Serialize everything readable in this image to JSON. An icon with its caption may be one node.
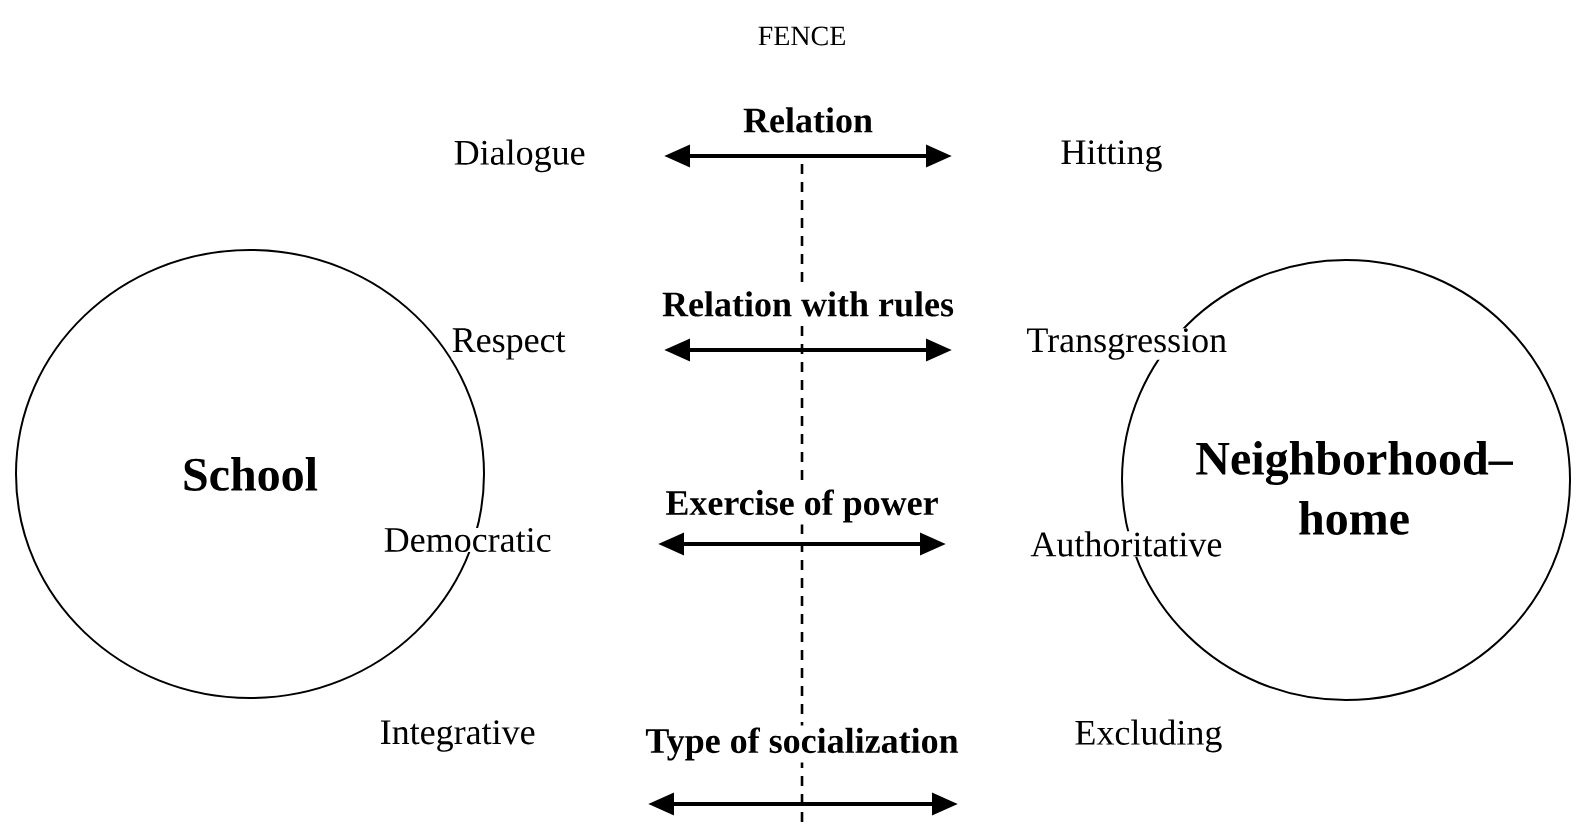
{
  "diagram": {
    "nodes": [
      {
        "text": [
          "School"
        ]
      },
      {
        "text": [
          "Neighborhood– home"
        ]
      },
      {
        "text": [
          "Dialogue"
        ]
      },
      {
        "text": [
          "Hitting"
        ]
      },
      {
        "text": [
          "Respect"
        ]
      },
      {
        "text": [
          "Transgression"
        ]
      },
      {
        "text": [
          "Democratic"
        ]
      },
      {
        "text": [
          "Authoritative"
        ]
      },
      {
        "text": [
          "Integrative"
        ]
      },
      {
        "text": [
          "Excluding"
        ]
      }
    ],
    "edges": [
      {
        "from": 2,
        "to": 3,
        "arrow": "both",
        "label": "Relation"
      },
      {
        "from": 4,
        "to": 5,
        "arrow": "both",
        "label": "Relation with rules"
      },
      {
        "from": 6,
        "to": 7,
        "arrow": "both",
        "label": "Exercise of power"
      },
      {
        "from": 8,
        "to": 9,
        "arrow": "both",
        "label": "Type of socialization"
      }
    ],
    "labels": [
      "FENCE"
    ]
  }
}
